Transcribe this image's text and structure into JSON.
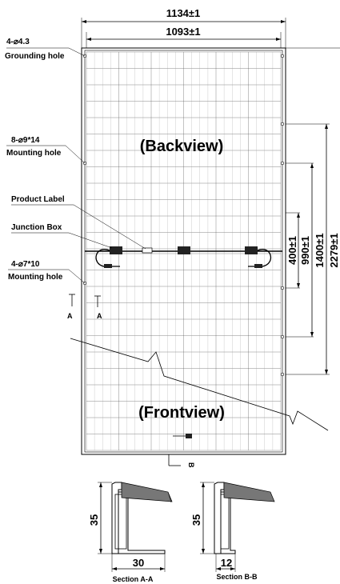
{
  "dimensions": {
    "overall_width": "1134±1",
    "frame_width": "1093±1",
    "hole_spacing_400": "400±1",
    "hole_spacing_990": "990±1",
    "hole_spacing_1400": "1400±1",
    "overall_length": "2279±1"
  },
  "callouts": {
    "grounding_count": "4-⌀4.3",
    "grounding_label": "Grounding hole",
    "mounting_count": "8-⌀9*14",
    "mounting_label": "Mounting hole",
    "product_label": "Product Label",
    "junction_box": "Junction Box",
    "small_mounting_count": "4-⌀7*10",
    "small_mounting_label": "Mounting hole"
  },
  "views": {
    "back": "(Backview)",
    "front": "(Frontview)"
  },
  "section_markers": {
    "a": "A",
    "b": "B"
  },
  "section_a": {
    "height": "35",
    "width": "30",
    "title": "Section A-A"
  },
  "section_b": {
    "height": "35",
    "width": "12",
    "title": "Section B-B"
  }
}
